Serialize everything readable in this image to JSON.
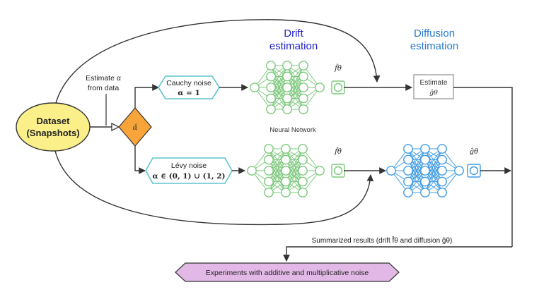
{
  "title_drift": [
    "Drift",
    "estimation"
  ],
  "title_diffusion": [
    "Diffusion",
    "estimation"
  ],
  "dataset": [
    "Dataset",
    "(Snapshots)"
  ],
  "estimate_alpha": [
    "Estimate α",
    "from data"
  ],
  "alpha_hat": "α̂",
  "cauchy": {
    "line1": "Cauchy  noise",
    "line2": "α = 1"
  },
  "levy": {
    "line1": "Lévy noise",
    "line2": "α ∈ (0, 1) ∪ (1, 2)"
  },
  "neural_network": "Neural Network",
  "f_theta": "f̂θ",
  "g_theta": "ĝθ",
  "estimate_box": {
    "line1": "Estimate",
    "line2": "ĝθ"
  },
  "summary": "Summarized results (drift f̂θ and diffusion ĝθ)",
  "experiments": "Experiments with additive and multiplicative noise",
  "colors": {
    "drift_title": "#2222cc",
    "diffusion_title": "#2a7ad0",
    "green": "#7cc87c",
    "blue": "#3f9be6",
    "cyan": "#5bc3cf",
    "dataset_fill": "#fbef8a",
    "diamond": "#f7a53a",
    "experiments_fill": "#e2b9e6"
  }
}
